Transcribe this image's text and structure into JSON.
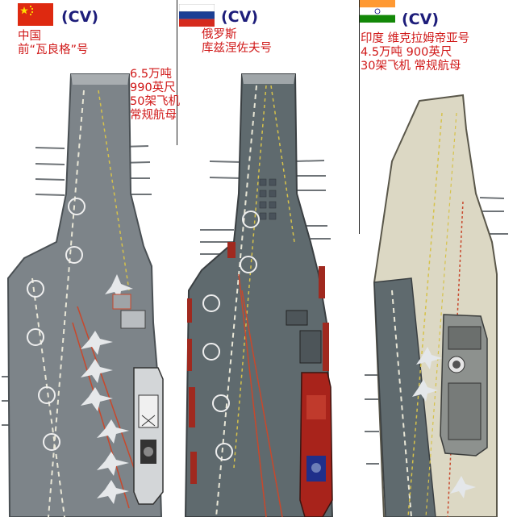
{
  "carriers": [
    {
      "flag": "china",
      "type_tag": "(CV)",
      "name_lines": [
        "中国",
        "前“瓦良格”号"
      ],
      "specs": [
        "6.5万吨",
        "990英尺",
        "50架飞机",
        "常规航母"
      ]
    },
    {
      "flag": "russia",
      "type_tag": "(CV)",
      "name_lines": [
        "俄罗斯",
        "库兹涅佐夫号"
      ],
      "specs": []
    },
    {
      "flag": "india",
      "type_tag": "(CV)",
      "name_lines": [
        "印度 维克拉姆帝亚号",
        "4.5万吨    900英尺",
        "30架飞机  常规航母"
      ],
      "specs": []
    }
  ],
  "colors": {
    "deck_grey": "#7d8489",
    "deck_dark": "#5f6a6e",
    "red_line": "#c8482c",
    "india_deck": "#dcd8c4",
    "text_red": "#d01818",
    "tag_blue": "#1d1d7a"
  }
}
